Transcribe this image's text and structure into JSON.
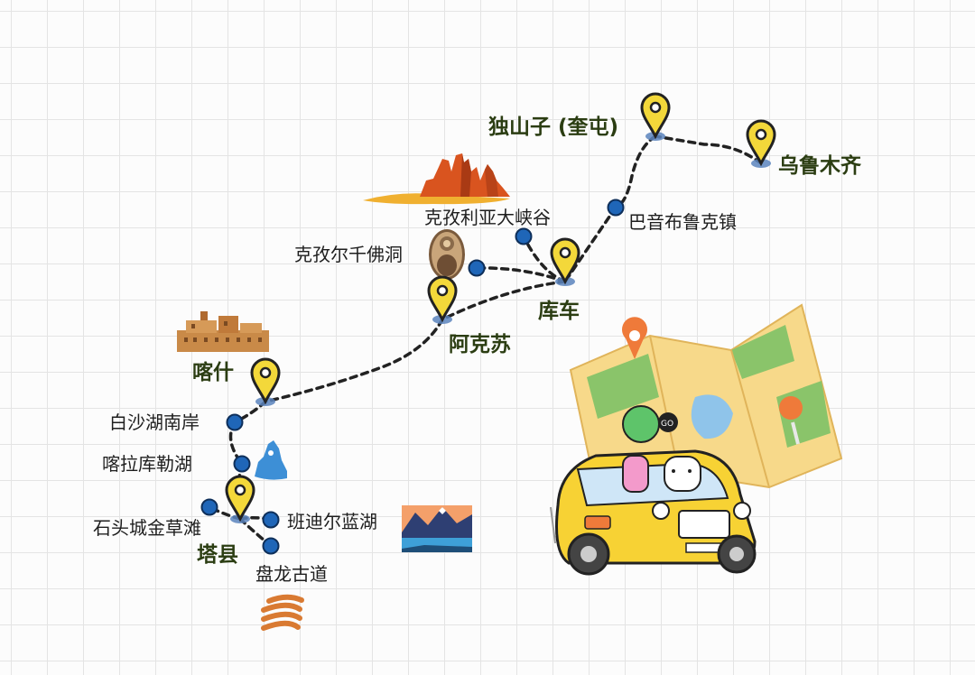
{
  "map": {
    "colors": {
      "route": "#222222",
      "pin_fill": "#f3d83a",
      "pin_stroke": "#222222",
      "pin_base": "#5b84bd",
      "dot_fill": "#1f66b8",
      "major_label": "#2b3d12"
    },
    "major_stops": [
      {
        "id": "urumqi",
        "name": "乌鲁木齐"
      },
      {
        "id": "dushanzi",
        "name": "独山子 (奎屯)"
      },
      {
        "id": "kuqa",
        "name": "库车"
      },
      {
        "id": "aksu",
        "name": "阿克苏"
      },
      {
        "id": "kashgar",
        "name": "喀什"
      },
      {
        "id": "taxian",
        "name": "塔县"
      }
    ],
    "minor_stops": [
      {
        "id": "bayinbuluke",
        "name": "巴音布鲁克镇"
      },
      {
        "id": "kezileya",
        "name": "克孜利亚大峡谷"
      },
      {
        "id": "kezier",
        "name": "克孜尔千佛洞"
      },
      {
        "id": "baisha",
        "name": "白沙湖南岸"
      },
      {
        "id": "karakul",
        "name": "喀拉库勒湖"
      },
      {
        "id": "shitoucheng",
        "name": "石头城金草滩"
      },
      {
        "id": "bandier",
        "name": "班迪尔蓝湖"
      },
      {
        "id": "panlong",
        "name": "盘龙古道"
      }
    ],
    "illustrations": [
      "canyon-rocks-illustration",
      "buddha-mural-illustration",
      "old-town-illustration",
      "lake-silhouette-illustration",
      "mountain-lake-illustration",
      "winding-road-illustration",
      "road-trip-car-illustration",
      "folded-map-illustration"
    ]
  }
}
